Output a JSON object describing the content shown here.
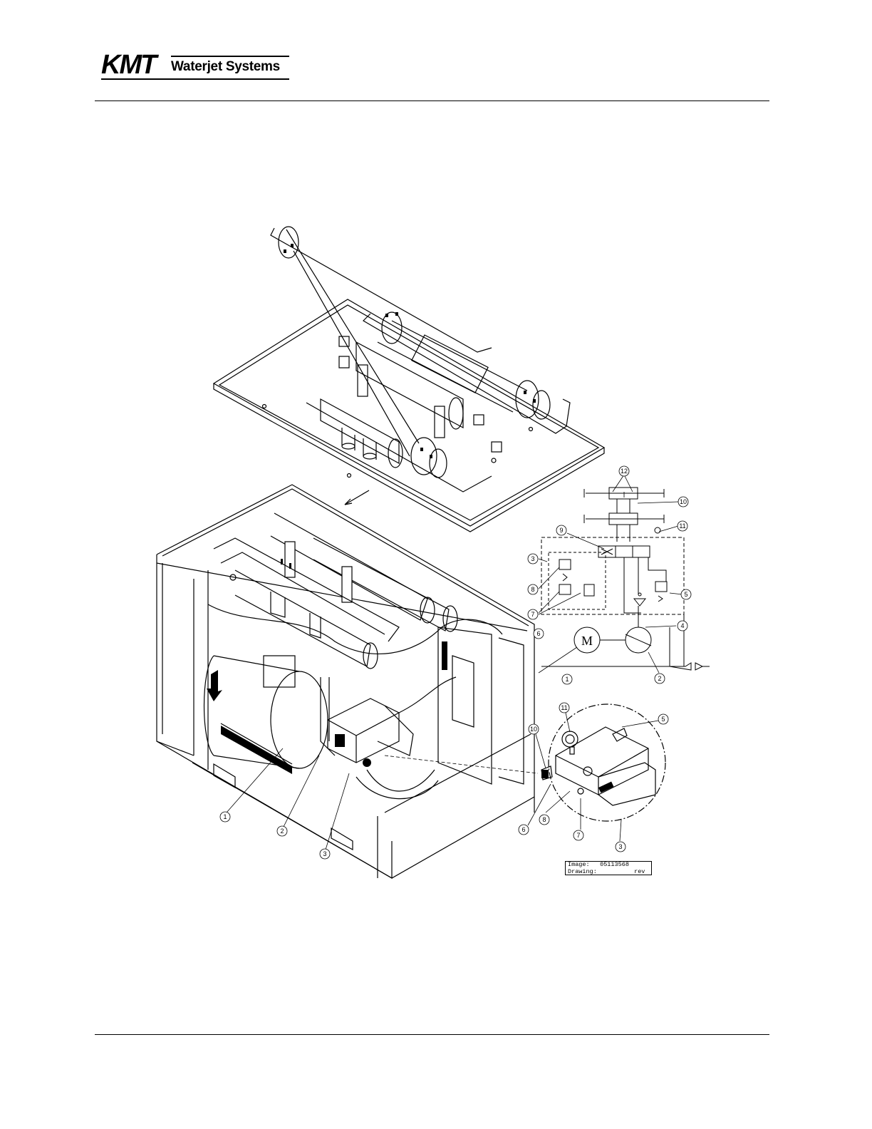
{
  "header": {
    "logo_brand": "KMT",
    "logo_subtitle": "Waterjet Systems"
  },
  "callouts": {
    "main": [
      "1",
      "2",
      "3"
    ],
    "schematic": [
      "12",
      "10",
      "9",
      "11",
      "3",
      "8",
      "5",
      "7",
      "6",
      "4",
      "1",
      "2"
    ],
    "detail": [
      "11",
      "5",
      "10",
      "6",
      "8",
      "7",
      "3"
    ]
  },
  "schematic": {
    "motor_label": "M"
  },
  "reference_box": {
    "image_label": "Image:",
    "image_value": "05113568",
    "drawing_label": "Drawing:",
    "rev_label": "rev"
  }
}
